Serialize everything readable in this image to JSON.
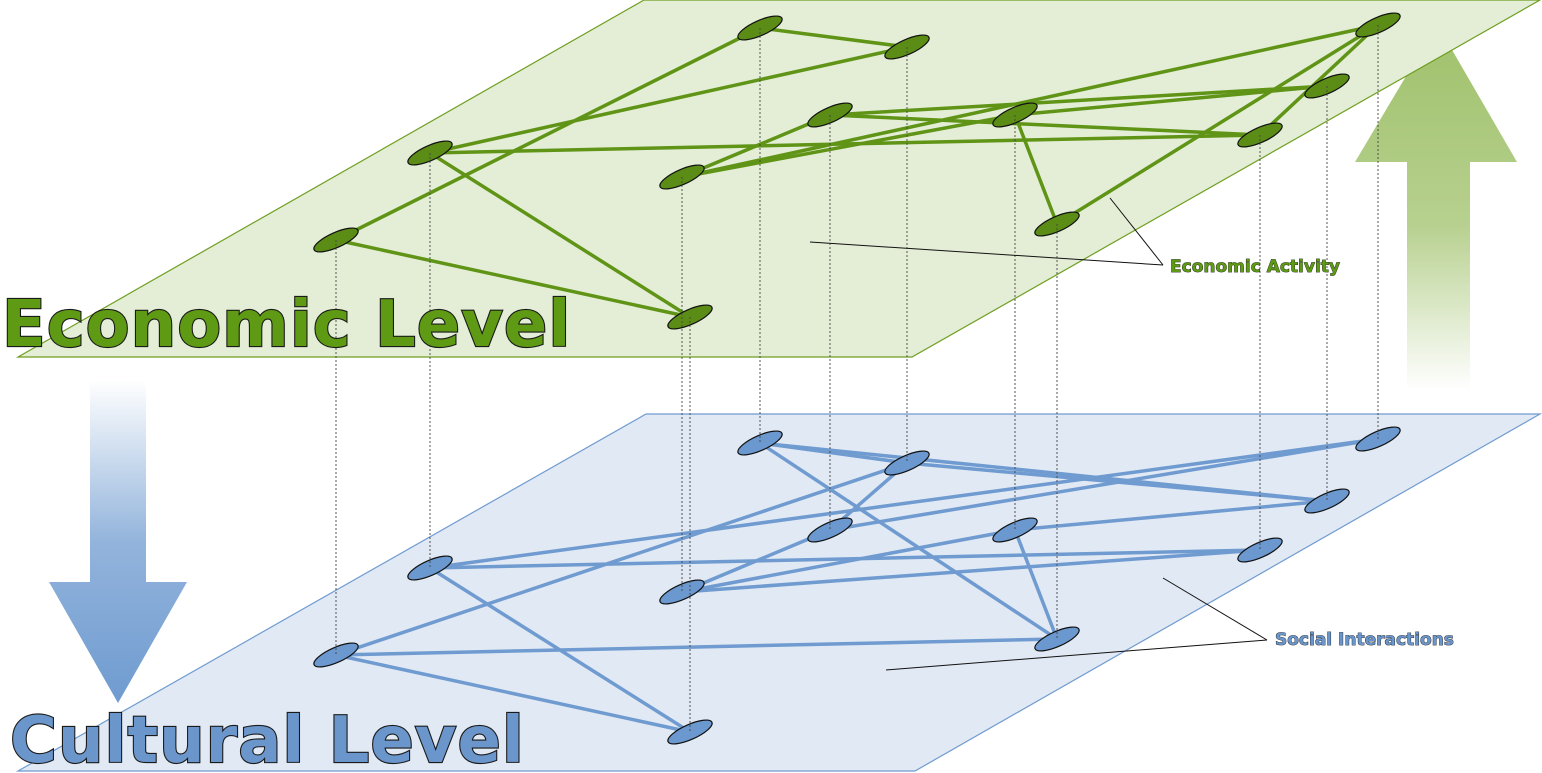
{
  "labels": {
    "economic_level": "Economic Level",
    "cultural_level": "Cultural Level",
    "economic_activity": "Economic Activity",
    "social_interactions": "Social Interactions"
  },
  "colors": {
    "economic_plane_fill": "#e4eed6",
    "economic_plane_stroke": "#6f9e21",
    "economic_link": "#5f9417",
    "economic_node": "#5b8c16",
    "economic_text": "#5e9a14",
    "cultural_plane_fill": "#e1e9f4",
    "cultural_plane_stroke": "#6f9bd0",
    "cultural_link": "#6f9bd0",
    "cultural_node": "#6a98cf",
    "cultural_text": "#6b96cb",
    "up_arrow": "#9fc16a",
    "down_arrow": "#6f9bd0",
    "projection_line": "#444444"
  },
  "diagram": {
    "nodes": [
      "n1",
      "n2",
      "n3",
      "n4",
      "n5",
      "n6",
      "n7",
      "n8",
      "n9",
      "n10",
      "n11",
      "n12"
    ],
    "economic_links": [
      [
        "n1",
        "n3"
      ],
      [
        "n1",
        "n9"
      ],
      [
        "n2",
        "n4"
      ],
      [
        "n2",
        "n9"
      ],
      [
        "n2",
        "n10"
      ],
      [
        "n3",
        "n4"
      ],
      [
        "n5",
        "n6"
      ],
      [
        "n5",
        "n10"
      ],
      [
        "n6",
        "n7"
      ],
      [
        "n6",
        "n11"
      ],
      [
        "n7",
        "n12"
      ],
      [
        "n7",
        "n8"
      ],
      [
        "n8",
        "n11"
      ],
      [
        "n10",
        "n11"
      ],
      [
        "n12",
        "n5"
      ]
    ],
    "cultural_links": [
      [
        "n1",
        "n4"
      ],
      [
        "n1",
        "n8"
      ],
      [
        "n1",
        "n9"
      ],
      [
        "n2",
        "n10"
      ],
      [
        "n2",
        "n11"
      ],
      [
        "n2",
        "n9"
      ],
      [
        "n3",
        "n4"
      ],
      [
        "n3",
        "n8"
      ],
      [
        "n4",
        "n12"
      ],
      [
        "n4",
        "n5"
      ],
      [
        "n5",
        "n6"
      ],
      [
        "n5",
        "n11"
      ],
      [
        "n6",
        "n7"
      ],
      [
        "n6",
        "n10"
      ],
      [
        "n7",
        "n12"
      ],
      [
        "n7",
        "n8"
      ],
      [
        "n12",
        "n3"
      ]
    ]
  }
}
